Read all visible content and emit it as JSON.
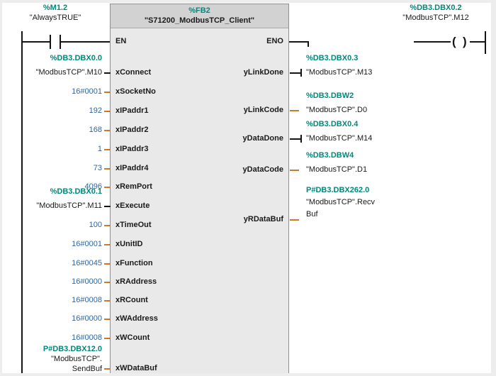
{
  "rung": {
    "contact": {
      "address": "%M1.2",
      "tag": "\"AlwaysTRUE\""
    },
    "coil": {
      "address": "%DB3.DBX0.2",
      "tag": "\"ModbusTCP\".M12"
    }
  },
  "block": {
    "address": "%FB2",
    "name": "\"S71200_ModbusTCP_Client\"",
    "en": "EN",
    "eno": "ENO",
    "inputs": [
      {
        "name": "xConnect",
        "type": "bool",
        "operand": {
          "address": "%DB3.DBX0.0",
          "tag": "\"ModbusTCP\".M10"
        }
      },
      {
        "name": "xSocketNo",
        "type": "word",
        "value": "16#0001"
      },
      {
        "name": "xIPaddr1",
        "type": "word",
        "value": "192"
      },
      {
        "name": "xIPaddr2",
        "type": "word",
        "value": "168"
      },
      {
        "name": "xIPaddr3",
        "type": "word",
        "value": "1"
      },
      {
        "name": "xIPaddr4",
        "type": "word",
        "value": "73"
      },
      {
        "name": "xRemPort",
        "type": "word",
        "value": "4096"
      },
      {
        "name": "xExecute",
        "type": "bool",
        "operand": {
          "address": "%DB3.DBX0.1",
          "tag": "\"ModbusTCP\".M11"
        }
      },
      {
        "name": "xTimeOut",
        "type": "word",
        "value": "100"
      },
      {
        "name": "xUnitID",
        "type": "word",
        "value": "16#0001"
      },
      {
        "name": "xFunction",
        "type": "word",
        "value": "16#0045"
      },
      {
        "name": "xRAddress",
        "type": "word",
        "value": "16#0000"
      },
      {
        "name": "xRCount",
        "type": "word",
        "value": "16#0008"
      },
      {
        "name": "xWAddress",
        "type": "word",
        "value": "16#0000"
      },
      {
        "name": "xWCount",
        "type": "word",
        "value": "16#0008"
      },
      {
        "name": "xWDataBuf",
        "type": "pointer",
        "operand": {
          "address": "P#DB3.DBX12.0",
          "tag": "\"ModbusTCP\".",
          "tag2": "SendBuf"
        }
      }
    ],
    "outputs": [
      {
        "name": "yLinkDone",
        "type": "bool",
        "operand": {
          "address": "%DB3.DBX0.3",
          "tag": "\"ModbusTCP\".M13"
        }
      },
      {
        "name": "yLinkCode",
        "type": "word",
        "operand": {
          "address": "%DB3.DBW2",
          "tag": "\"ModbusTCP\".D0"
        }
      },
      {
        "name": "yDataDone",
        "type": "bool",
        "operand": {
          "address": "%DB3.DBX0.4",
          "tag": "\"ModbusTCP\".M14"
        }
      },
      {
        "name": "yDataCode",
        "type": "word",
        "operand": {
          "address": "%DB3.DBW4",
          "tag": "\"ModbusTCP\".D1"
        }
      },
      {
        "name": "yRDataBuf",
        "type": "pointer",
        "operand": {
          "address": "P#DB3.DBX262.0",
          "tag": "\"ModbusTCP\".Recv",
          "tag2": "Buf"
        }
      }
    ]
  },
  "colors": {
    "address": "#00887A",
    "constant": "#31659C",
    "wire_bool": "#141414",
    "wire_nonbool": "#C87B2F"
  }
}
